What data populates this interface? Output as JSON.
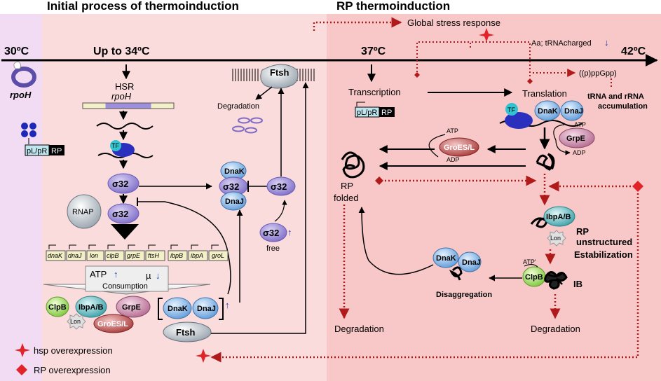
{
  "headers": {
    "initial": "Initial process of thermoinduction",
    "rp": "RP thermoinduction"
  },
  "temperatures": {
    "t30": "30ºC",
    "t34": "Up to 34ºC",
    "t37": "37ºC",
    "t42": "42ºC"
  },
  "left": {
    "rpoh": "rpoH",
    "promoter": "pL/pR",
    "rp": "RP",
    "hsr": "HSR",
    "hsr_gene": "rpoH",
    "tf": "TF",
    "sigma": "σ32",
    "rnap": "RNAP",
    "genes": [
      "dnaK",
      "dnaJ",
      "lon",
      "clpB",
      "grpE",
      "ftsH",
      "ibpB",
      "ibpA",
      "groL"
    ],
    "atp": "ATP",
    "mu": "µ",
    "consumption": "Consumption",
    "clpb": "ClpB",
    "ibpab": "IbpA/B",
    "grpe": "GrpE",
    "lon": "Lon",
    "groesl": "GroES/L",
    "dnak": "DnaK",
    "dnaj": "DnaJ",
    "ftsh": "Ftsh",
    "degradation": "Degradation",
    "free": "free"
  },
  "right": {
    "global_stress": "Global stress response",
    "aa": "Aa; tRNAcharged",
    "ppgpp": "((p)ppGpp)",
    "trna": "tRNA and rRNA",
    "accum": "accumulation",
    "transcription": "Transcription",
    "translation": "Translation",
    "promoter": "pL/pR",
    "rp": "RP",
    "tf": "TF",
    "dnak": "DnaK",
    "dnaj": "DnaJ",
    "atp": "ATP",
    "adp": "ADP",
    "grpe": "GrpE",
    "groesl": "GroES/L",
    "rp_folded_1": "RP",
    "rp_folded_2": "folded",
    "ibpab": "IbpA/B",
    "rp_unstr_1": "RP",
    "rp_unstr_2": "unstructured",
    "rp_unstr_3": "Estabilization",
    "lon": "Lon",
    "clpb": "ClpB",
    "atp_prime": "ATP'",
    "ib": "IB",
    "disaggregation": "Disaggregation",
    "degradation_left": "Degradation",
    "degradation_right": "Degradation"
  },
  "legend": {
    "hsp": "hsp overexpression",
    "rp": "RP overexpression"
  },
  "colors": {
    "pink_panel": "#fbdcdc",
    "right_panel": "#f8c8c8",
    "lilac_strip": "#f2dcf4",
    "dark_red": "#b11a1a",
    "purple": "#8e7fcf"
  }
}
